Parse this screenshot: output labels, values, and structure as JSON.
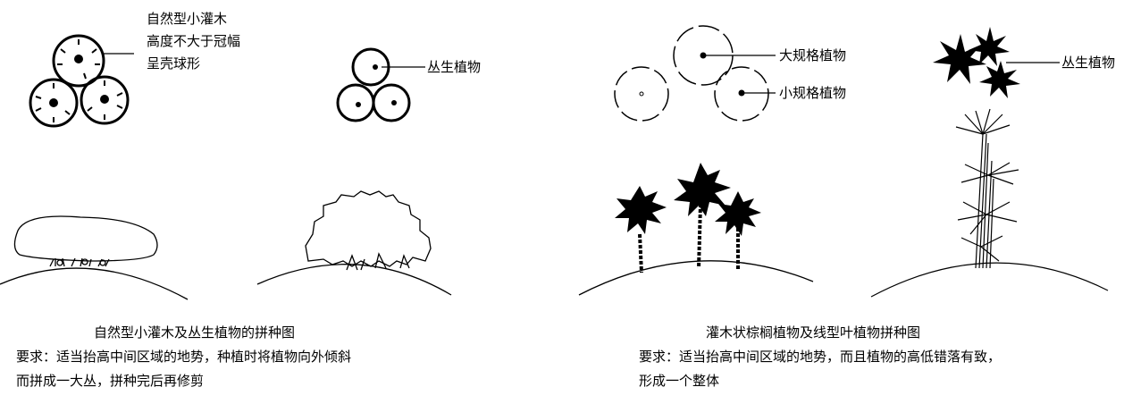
{
  "left_panel": {
    "shrub_note_lines": [
      "自然型小灌木",
      "高度不大于冠幅",
      "呈壳球形"
    ],
    "clump_label": "丛生植物",
    "caption": {
      "title": "自然型小灌木及丛生植物的拼种图",
      "line1": "要求：适当抬高中间区域的地势，种植时将植物向外倾斜",
      "line2": "而拼成一大丛，拼种完后再修剪"
    }
  },
  "right_panel": {
    "large_label": "大规格植物",
    "small_label": "小规格植物",
    "clump_label": "丛生植物",
    "caption": {
      "title": "灌木状棕榈植物及线型叶植物拼种图",
      "line1": "要求：适当抬高中间区域的地势，而且植物的高低错落有致，",
      "line2": "形成一个整体"
    }
  }
}
